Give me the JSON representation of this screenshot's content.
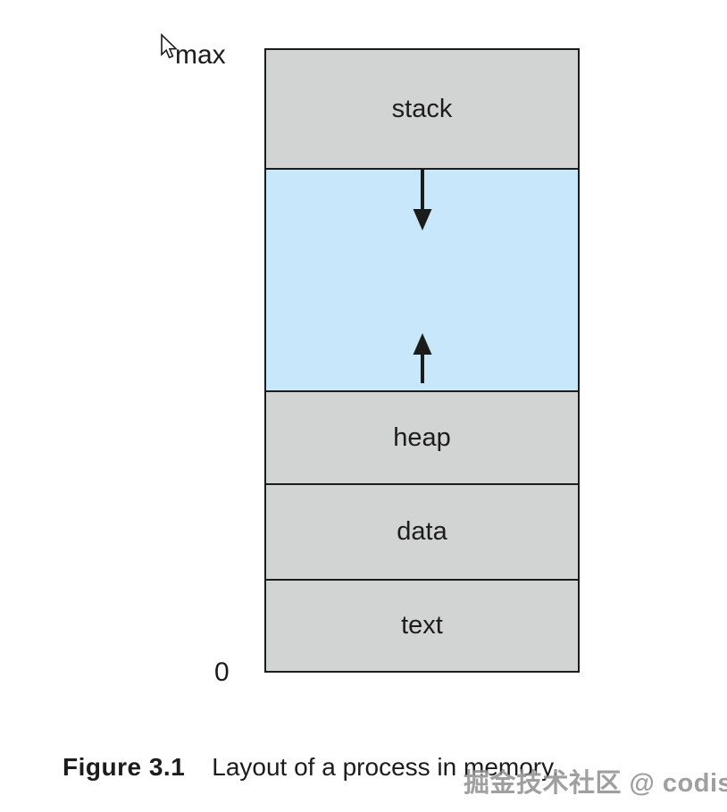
{
  "diagram": {
    "top_label": "max",
    "bottom_label": "0",
    "sections": [
      {
        "name": "stack",
        "label": "stack"
      },
      {
        "name": "free-space",
        "label": ""
      },
      {
        "name": "heap",
        "label": "heap"
      },
      {
        "name": "data",
        "label": "data"
      },
      {
        "name": "text",
        "label": "text"
      }
    ],
    "arrows": [
      {
        "name": "stack-growth",
        "direction": "down"
      },
      {
        "name": "heap-growth",
        "direction": "up"
      }
    ]
  },
  "caption": {
    "figure_label": "Figure 3.1",
    "figure_title": "Layout of a process in memory."
  },
  "watermark": {
    "text": "掘金技术社区 @ codists"
  },
  "colors": {
    "section_gray": "#d2d4d3",
    "free_space_blue": "#c9e7fa",
    "border_black": "#1b1b1b",
    "text_color": "#1c1c1c",
    "watermark_gray": "#8a8a8a"
  }
}
